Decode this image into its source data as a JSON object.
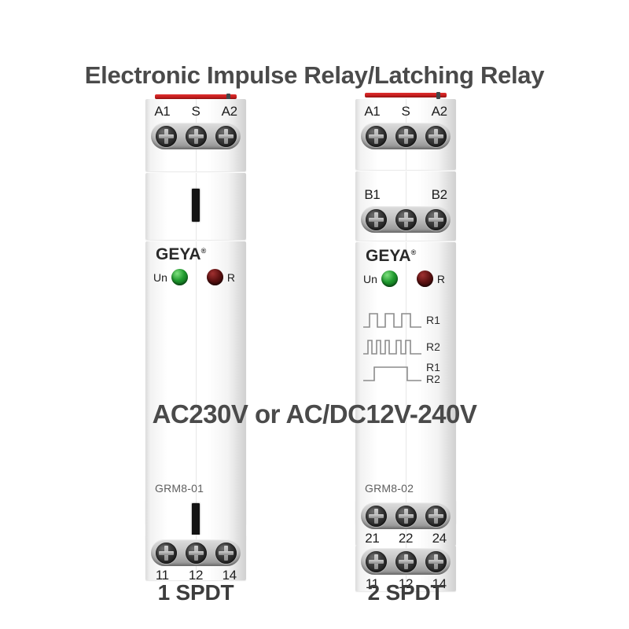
{
  "headline": "Electronic Impulse Relay/Latching Relay",
  "voltage_note": "AC230V or AC/DC12V-240V",
  "brand": {
    "name": "GEYA",
    "registered_mark": "®"
  },
  "led_labels": {
    "power": "Un",
    "relay": "R"
  },
  "colors": {
    "led_green": "#1f9a2e",
    "led_red": "#5c1111",
    "din_cap_red": "#c21d1d",
    "text_dark": "#3a3a3a",
    "body_white": "#ffffff"
  },
  "devices": [
    {
      "id": "left",
      "model": "GRM8-01",
      "caption": "1 SPDT",
      "terminal_rows": [
        {
          "name": "top-input",
          "labels": [
            "A1",
            "S",
            "A2"
          ],
          "screws": 3
        }
      ],
      "bottom_terminal_rows": [
        {
          "name": "output-11-12-14",
          "labels": [
            "11",
            "12",
            "14"
          ],
          "screws": 3
        }
      ],
      "has_waveforms": false
    },
    {
      "id": "right",
      "model": "GRM8-02",
      "caption": "2 SPDT",
      "terminal_rows": [
        {
          "name": "top-input",
          "labels": [
            "A1",
            "S",
            "A2"
          ],
          "screws": 3
        },
        {
          "name": "second-input",
          "labels": [
            "B1",
            "",
            "B2"
          ],
          "screws": 3
        }
      ],
      "bottom_terminal_rows": [
        {
          "name": "output-21-22-24",
          "labels": [
            "21",
            "22",
            "24"
          ],
          "screws": 3
        },
        {
          "name": "output-11-12-14",
          "labels": [
            "11",
            "12",
            "14"
          ],
          "screws": 3
        }
      ],
      "has_waveforms": true,
      "waveforms": [
        {
          "label": "R1",
          "description": "three wide square pulses"
        },
        {
          "label": "R2",
          "description": "narrow square pulses"
        },
        {
          "label_line1": "R1",
          "label_line2": "R2",
          "description": "single long square pulse"
        }
      ]
    }
  ]
}
